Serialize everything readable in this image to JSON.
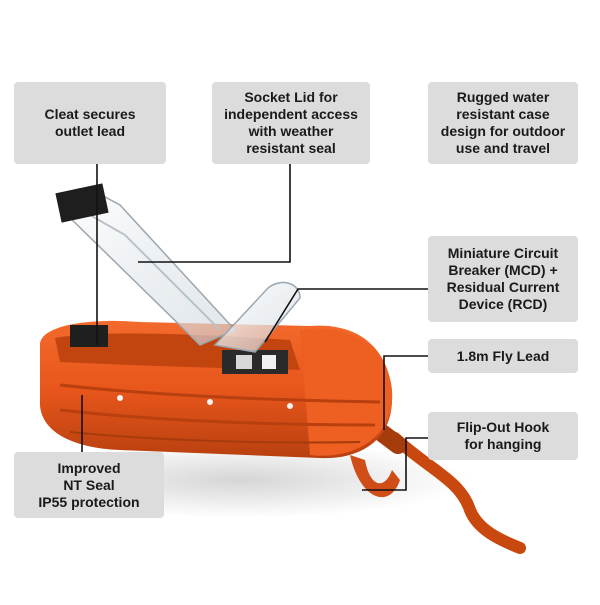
{
  "callouts": {
    "cleat": "Cleat secures\noutlet lead",
    "socket_lid": "Socket Lid for\nindependent access\nwith weather\nresistant seal",
    "rugged": "Rugged water\nresistant case\ndesign for outdoor\nuse and travel",
    "breaker": "Miniature Circuit\nBreaker (MCD) +\nResidual Current\nDevice (RCD)",
    "fly_lead": "1.8m Fly Lead",
    "hook": "Flip-Out Hook\nfor hanging",
    "seal": "Improved\nNT Seal\nIP55 protection"
  },
  "colors": {
    "case_orange": "#e8561c",
    "case_dark": "#b8400f",
    "callout_bg": "#dcdcdc",
    "leader": "#111111"
  }
}
